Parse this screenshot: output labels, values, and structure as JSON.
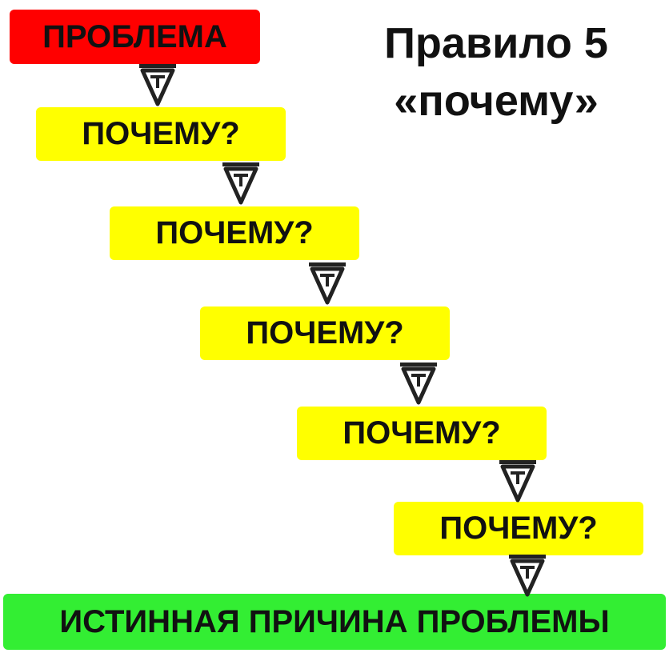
{
  "title": {
    "line1": "Правило 5",
    "line2": "«почему»"
  },
  "problem": {
    "label": "ПРОБЛЕМА",
    "color": "#ff0000"
  },
  "whys": [
    {
      "label": "ПОЧЕМУ?"
    },
    {
      "label": "ПОЧЕМУ?"
    },
    {
      "label": "ПОЧЕМУ?"
    },
    {
      "label": "ПОЧЕМУ?"
    },
    {
      "label": "ПОЧЕМУ?"
    }
  ],
  "why_color": "#ffff00",
  "root_cause": {
    "label": "ИСТИННАЯ ПРИЧИНА ПРОБЛЕМЫ",
    "color": "#33ee33"
  },
  "arrow_icon": "down-arrow-icon"
}
